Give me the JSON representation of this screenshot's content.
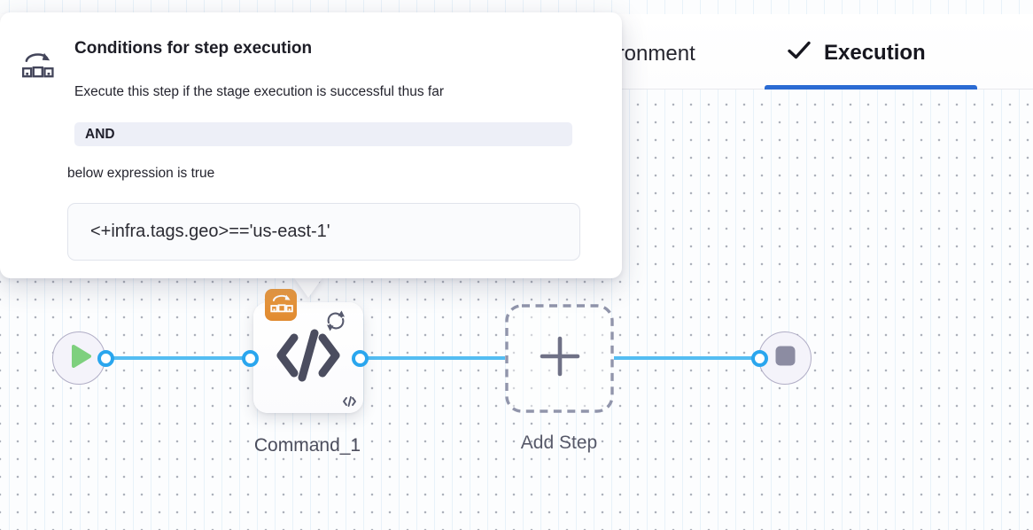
{
  "header": {
    "tabs": [
      {
        "label": "Environment",
        "state": "inactive"
      },
      {
        "label": "Execution",
        "state": "active"
      }
    ]
  },
  "popover": {
    "title": "Conditions for step execution",
    "description": "Execute this step if the stage execution is successful thus far",
    "operator_label": "AND",
    "expression_intro": "below expression is true",
    "expression": "<+infra.tags.geo>=='us-east-1'"
  },
  "canvas": {
    "nodes": [
      {
        "type": "start",
        "icon": "play-icon"
      },
      {
        "type": "step",
        "label": "Command_1",
        "icon": "code-icon",
        "badges": [
          "conditional-execution-icon",
          "loop-icon",
          "command-icon"
        ]
      },
      {
        "type": "add-step",
        "label": "Add Step",
        "icon": "plus-icon"
      },
      {
        "type": "end",
        "icon": "stop-icon"
      }
    ]
  },
  "colors": {
    "connector_blue": "#54bdf2",
    "port_ring_blue": "#2aa6ee",
    "active_tab_underline": "#2b6bd3",
    "badge_orange": "#e5903a",
    "icon_slate": "#4b4d5f",
    "play_green": "#7ed07e",
    "stop_gray": "#8c8ca2"
  }
}
